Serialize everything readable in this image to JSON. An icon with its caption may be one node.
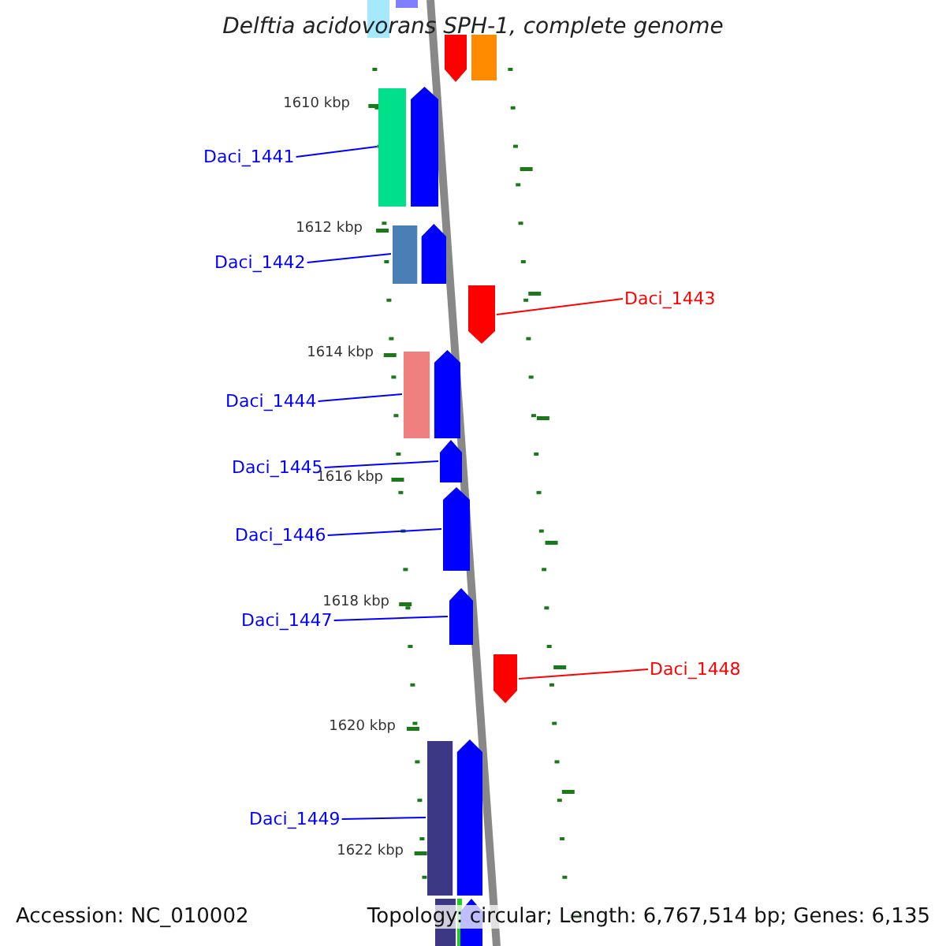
{
  "diagram": {
    "title": "Delftia acidovorans SPH-1, complete genome",
    "nodes": [
      {
        "text": [
          "Daci_1441"
        ]
      },
      {
        "text": [],
        "shape": "arrow"
      },
      {
        "text": [
          "Daci_1442"
        ]
      },
      {
        "text": [],
        "shape": "arrow"
      },
      {
        "text": [
          "Daci_1443"
        ]
      },
      {
        "text": [],
        "shape": "arrow"
      },
      {
        "text": [
          "Daci_1444"
        ]
      },
      {
        "text": [],
        "shape": "arrow"
      },
      {
        "text": [
          "Daci_1445"
        ]
      },
      {
        "text": [],
        "shape": "arrow"
      },
      {
        "text": [
          "Daci_1446"
        ]
      },
      {
        "text": [],
        "shape": "arrow"
      },
      {
        "text": [
          "Daci_1447"
        ]
      },
      {
        "text": [],
        "shape": "arrow"
      },
      {
        "text": [
          "Daci_1448"
        ]
      },
      {
        "text": [],
        "shape": "arrow"
      },
      {
        "text": [
          "Daci_1449"
        ]
      },
      {
        "text": [],
        "shape": "arrow"
      }
    ],
    "edges": [
      {
        "from": 0,
        "to": 1,
        "arrow": "none"
      },
      {
        "from": 2,
        "to": 3,
        "arrow": "none"
      },
      {
        "from": 4,
        "to": 5,
        "arrow": "none",
        "color": "#ff0000"
      },
      {
        "from": 6,
        "to": 7,
        "arrow": "none"
      },
      {
        "from": 8,
        "to": 9,
        "arrow": "none"
      },
      {
        "from": 10,
        "to": 11,
        "arrow": "none"
      },
      {
        "from": 12,
        "to": 13,
        "arrow": "none"
      },
      {
        "from": 14,
        "to": 15,
        "arrow": "none",
        "color": "#ff0000"
      },
      {
        "from": 16,
        "to": 17,
        "arrow": "none"
      }
    ],
    "labels": [
      "1610 kbp",
      "1612 kbp",
      "1614 kbp",
      "1616 kbp",
      "1618 kbp",
      "1620 kbp",
      "1622 kbp",
      "Accession: NC_010002",
      "Topology: circular; Length: 6,767,514 bp; Genes: 6,135"
    ]
  }
}
